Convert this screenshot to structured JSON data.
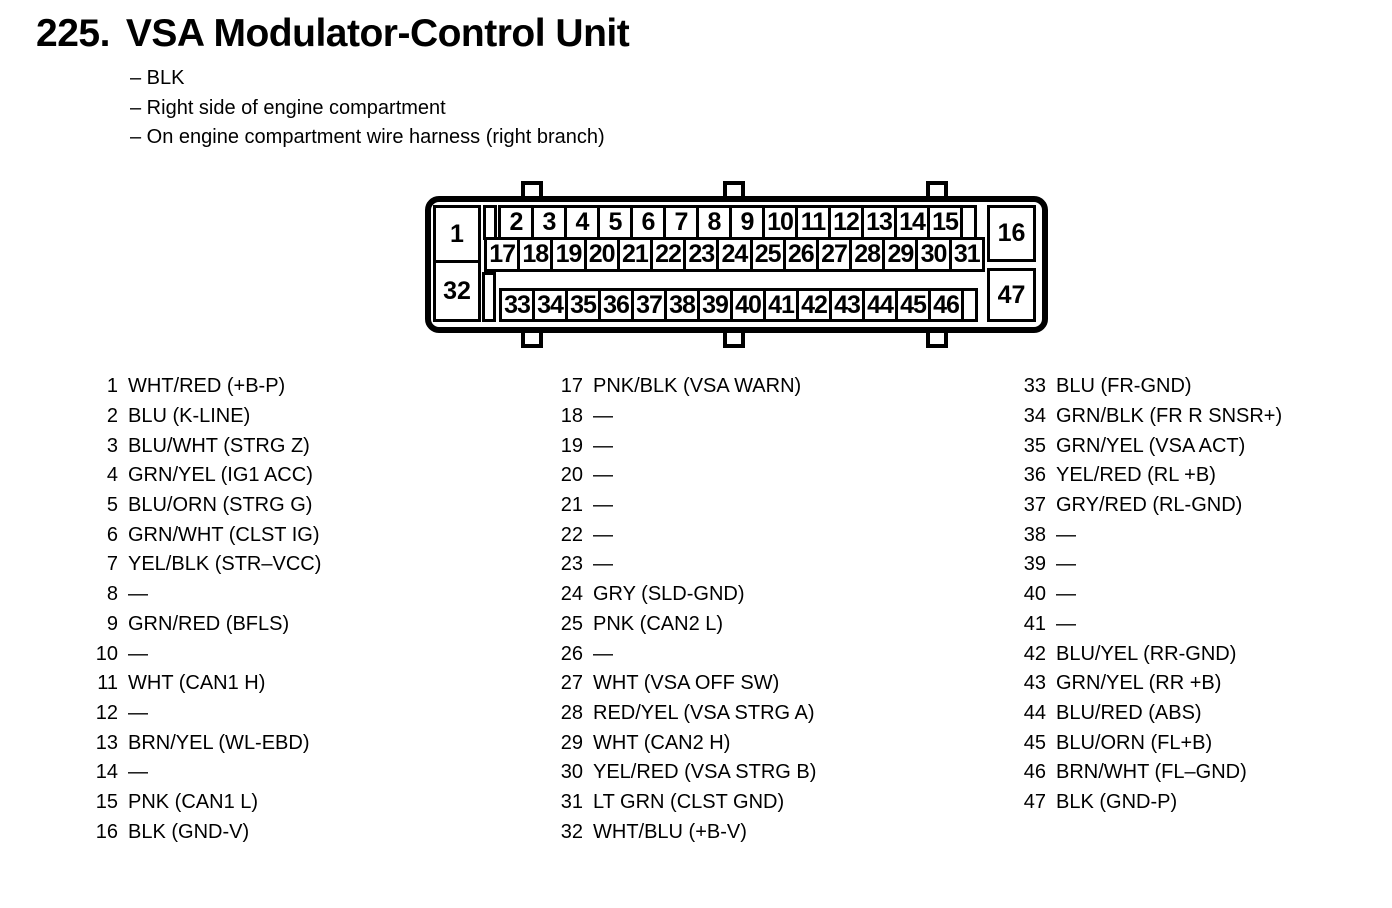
{
  "header": {
    "section_number": "225.",
    "title": "VSA Modulator-Control Unit",
    "notes": [
      "– BLK",
      "– Right side of engine compartment",
      "– On engine compartment wire harness (right branch)"
    ]
  },
  "connector": {
    "corners": {
      "top_left": "1",
      "bottom_left": "32",
      "top_right": "16",
      "bottom_right": "47"
    },
    "row_top": [
      "2",
      "3",
      "4",
      "5",
      "6",
      "7",
      "8",
      "9",
      "10",
      "11",
      "12",
      "13",
      "14",
      "15"
    ],
    "row_middle": [
      "17",
      "18",
      "19",
      "20",
      "21",
      "22",
      "23",
      "24",
      "25",
      "26",
      "27",
      "28",
      "29",
      "30",
      "31"
    ],
    "row_bottom": [
      "33",
      "34",
      "35",
      "36",
      "37",
      "38",
      "39",
      "40",
      "41",
      "42",
      "43",
      "44",
      "45",
      "46"
    ]
  },
  "pinout": {
    "columns": [
      {
        "entries": [
          {
            "num": "1",
            "label": "WHT/RED (+B-P)"
          },
          {
            "num": "2",
            "label": "BLU (K-LINE)"
          },
          {
            "num": "3",
            "label": "BLU/WHT (STRG Z)"
          },
          {
            "num": "4",
            "label": "GRN/YEL (IG1 ACC)"
          },
          {
            "num": "5",
            "label": "BLU/ORN (STRG G)"
          },
          {
            "num": "6",
            "label": "GRN/WHT (CLST IG)"
          },
          {
            "num": "7",
            "label": "YEL/BLK (STR–VCC)"
          },
          {
            "num": "8",
            "label": "—"
          },
          {
            "num": "9",
            "label": "GRN/RED (BFLS)"
          },
          {
            "num": "10",
            "label": "—"
          },
          {
            "num": "11",
            "label": "WHT (CAN1 H)"
          },
          {
            "num": "12",
            "label": "—"
          },
          {
            "num": "13",
            "label": "BRN/YEL (WL-EBD)"
          },
          {
            "num": "14",
            "label": "—"
          },
          {
            "num": "15",
            "label": "PNK (CAN1 L)"
          },
          {
            "num": "16",
            "label": "BLK (GND-V)"
          }
        ]
      },
      {
        "entries": [
          {
            "num": "17",
            "label": "PNK/BLK (VSA WARN)"
          },
          {
            "num": "18",
            "label": "—"
          },
          {
            "num": "19",
            "label": "—"
          },
          {
            "num": "20",
            "label": "—"
          },
          {
            "num": "21",
            "label": "—"
          },
          {
            "num": "22",
            "label": "—"
          },
          {
            "num": "23",
            "label": "—"
          },
          {
            "num": "24",
            "label": "GRY (SLD-GND)"
          },
          {
            "num": "25",
            "label": "PNK (CAN2 L)"
          },
          {
            "num": "26",
            "label": "—"
          },
          {
            "num": "27",
            "label": "WHT (VSA OFF SW)"
          },
          {
            "num": "28",
            "label": "RED/YEL (VSA STRG A)"
          },
          {
            "num": "29",
            "label": "WHT (CAN2 H)"
          },
          {
            "num": "30",
            "label": "YEL/RED (VSA STRG B)"
          },
          {
            "num": "31",
            "label": "LT GRN (CLST GND)"
          },
          {
            "num": "32",
            "label": "WHT/BLU (+B-V)"
          }
        ]
      },
      {
        "entries": [
          {
            "num": "33",
            "label": "BLU (FR-GND)"
          },
          {
            "num": "34",
            "label": "GRN/BLK (FR R SNSR+)"
          },
          {
            "num": "35",
            "label": "GRN/YEL (VSA ACT)"
          },
          {
            "num": "36",
            "label": "YEL/RED (RL +B)"
          },
          {
            "num": "37",
            "label": "GRY/RED (RL-GND)"
          },
          {
            "num": "38",
            "label": "—"
          },
          {
            "num": "39",
            "label": "—"
          },
          {
            "num": "40",
            "label": "—"
          },
          {
            "num": "41",
            "label": "—"
          },
          {
            "num": "42",
            "label": "BLU/YEL (RR-GND)"
          },
          {
            "num": "43",
            "label": "GRN/YEL (RR +B)"
          },
          {
            "num": "44",
            "label": "BLU/RED (ABS)"
          },
          {
            "num": "45",
            "label": "BLU/ORN (FL+B)"
          },
          {
            "num": "46",
            "label": "BRN/WHT (FL–GND)"
          },
          {
            "num": "47",
            "label": "BLK (GND-P)"
          }
        ]
      }
    ]
  }
}
